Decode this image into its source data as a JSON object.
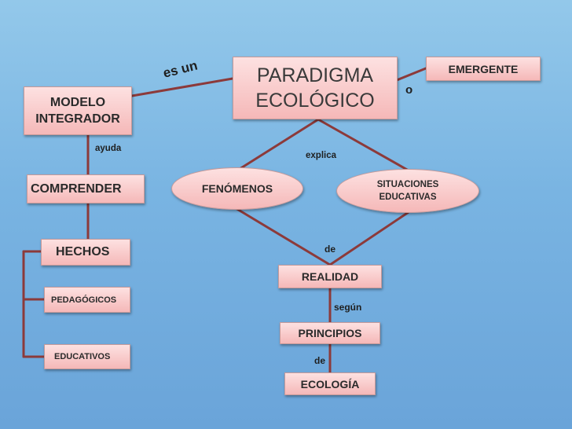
{
  "nodes": {
    "paradigma": {
      "line1": "PARADIGMA",
      "line2": "ECOLÓGICO"
    },
    "emergente": "EMERGENTE",
    "modelo": {
      "line1": "MODELO",
      "line2": "INTEGRADOR"
    },
    "comprender": "COMPRENDER",
    "hechos": "HECHOS",
    "pedagogicos": "PEDAGÓGICOS",
    "educativos": "EDUCATIVOS",
    "fenomenos": "FENÓMENOS",
    "situaciones": {
      "line1": "SITUACIONES",
      "line2": "EDUCATIVAS"
    },
    "realidad": "REALIDAD",
    "principios": "PRINCIPIOS",
    "ecologia": "ECOLOGÍA"
  },
  "labels": {
    "es_un": "es un",
    "o": "o",
    "ayuda": "ayuda",
    "explica": "explica",
    "de_1": "de",
    "segun": "según",
    "de_2": "de"
  },
  "colors": {
    "background": "#7fb8e4",
    "node_fill": "#f7c4c4",
    "connector": "#8c3a3a"
  }
}
